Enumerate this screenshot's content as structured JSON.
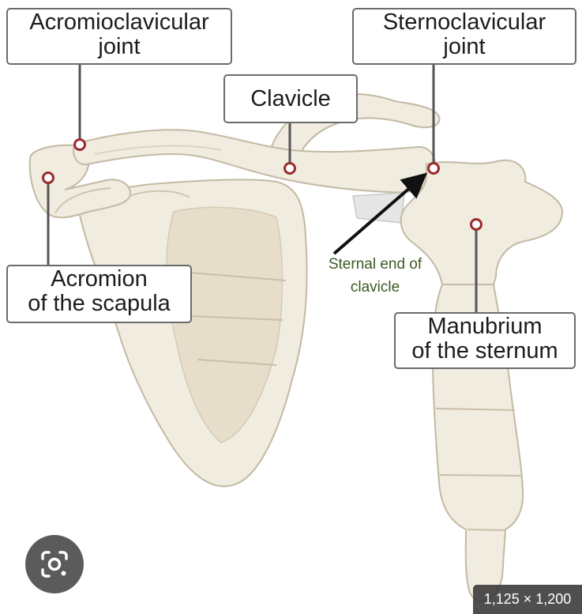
{
  "labels": {
    "acromioclavicular": {
      "line1": "Acromioclavicular",
      "line2": "joint"
    },
    "sternoclavicular": {
      "line1": "Sternoclavicular",
      "line2": "joint"
    },
    "clavicle": "Clavicle",
    "acromion": {
      "line1": "Acromion",
      "line2": "of the scapula"
    },
    "manubrium": {
      "line1": "Manubrium",
      "line2": "of the sternum"
    },
    "sternal_end_note": {
      "line1": "Sternal end of",
      "line2": "clavicle"
    }
  },
  "overlay": {
    "lens_icon": "google-lens-icon",
    "image_size": "1,125 × 1,200"
  },
  "colors": {
    "bone_fill": "#f1ece0",
    "bone_outline": "#c3b9a4",
    "bone_shadow": "#e2d9c6",
    "marker": "#9b2c2c",
    "note_text": "#3c5a23"
  }
}
